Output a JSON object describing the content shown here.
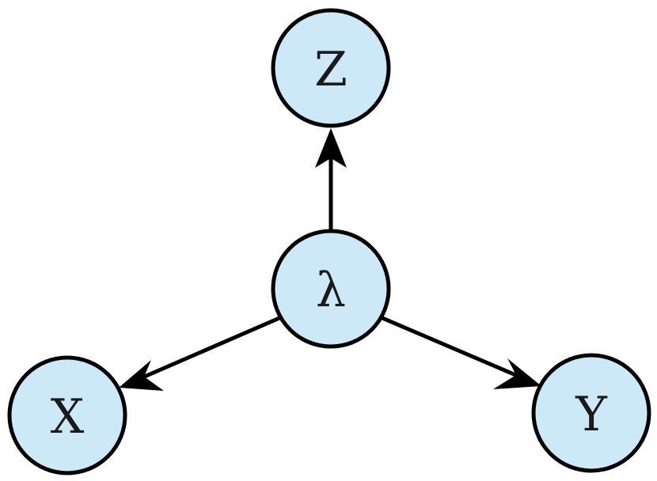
{
  "diagram": {
    "node_fill": "#cde9f8",
    "node_stroke": "#000000",
    "nodes": {
      "z": {
        "label": "Z"
      },
      "lambda": {
        "label": "λ"
      },
      "x": {
        "label": "X"
      },
      "y": {
        "label": "Y"
      }
    },
    "edges": [
      {
        "from": "lambda",
        "to": "z"
      },
      {
        "from": "lambda",
        "to": "x"
      },
      {
        "from": "lambda",
        "to": "y"
      }
    ]
  }
}
